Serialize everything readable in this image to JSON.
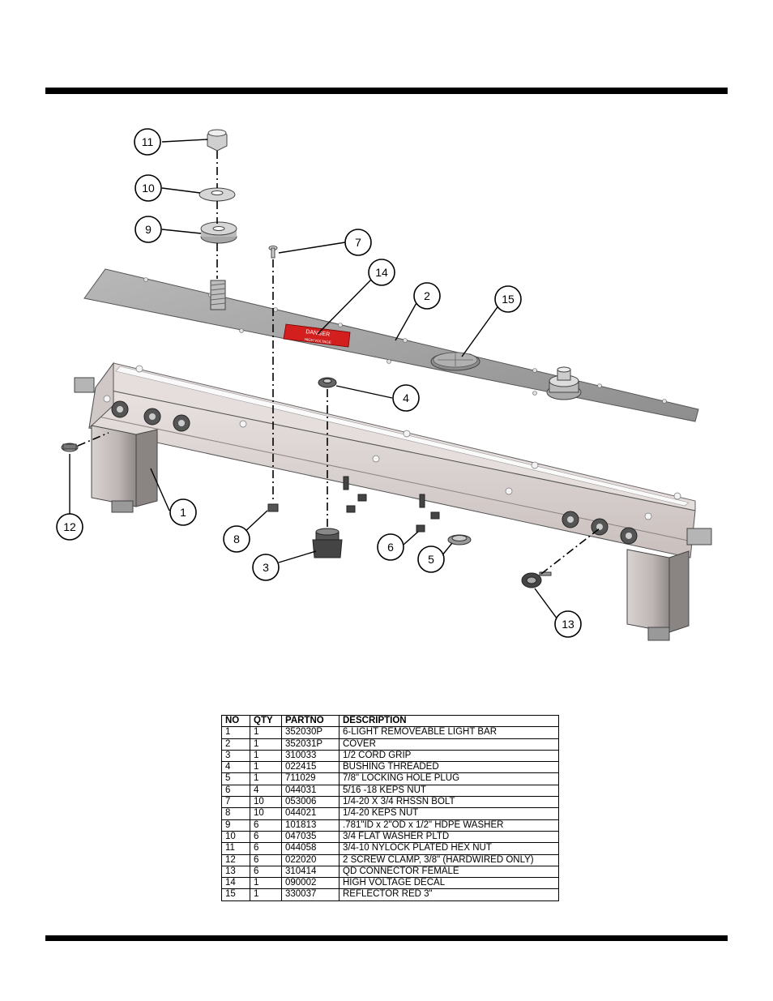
{
  "decal": {
    "line1": "DANGER",
    "line2": "HIGH VOLTAGE"
  },
  "callouts": [
    "1",
    "2",
    "3",
    "4",
    "5",
    "6",
    "7",
    "8",
    "9",
    "10",
    "11",
    "12",
    "13",
    "14",
    "15"
  ],
  "table": {
    "headers": [
      "NO",
      "QTY",
      "PARTNO",
      "DESCRIPTION"
    ],
    "rows": [
      [
        "1",
        "1",
        "352030P",
        "6-LIGHT REMOVEABLE LIGHT BAR"
      ],
      [
        "2",
        "1",
        "352031P",
        "COVER"
      ],
      [
        "3",
        "1",
        "310033",
        "1/2 CORD GRIP"
      ],
      [
        "4",
        "1",
        "022415",
        "BUSHING THREADED"
      ],
      [
        "5",
        "1",
        "711029",
        "7/8\" LOCKING HOLE PLUG"
      ],
      [
        "6",
        "4",
        "044031",
        "5/16 -18 KEPS NUT"
      ],
      [
        "7",
        "10",
        "053006",
        "1/4-20 X 3/4 RHSSN BOLT"
      ],
      [
        "8",
        "10",
        "044021",
        "1/4-20 KEPS NUT"
      ],
      [
        "9",
        "6",
        "101813",
        ".781\"ID x 2\"OD x 1/2\" HDPE WASHER"
      ],
      [
        "10",
        "6",
        "047035",
        "3/4 FLAT WASHER PLTD"
      ],
      [
        "11",
        "6",
        "044058",
        "3/4-10 NYLOCK PLATED HEX NUT"
      ],
      [
        "12",
        "6",
        "022020",
        "2 SCREW CLAMP, 3/8\" (HARDWIRED ONLY)"
      ],
      [
        "13",
        "6",
        "310414",
        "QD CONNECTOR FEMALE"
      ],
      [
        "14",
        "1",
        "090002",
        "HIGH VOLTAGE DECAL"
      ],
      [
        "15",
        "1",
        "330037",
        "REFLECTOR RED 3\""
      ]
    ]
  }
}
